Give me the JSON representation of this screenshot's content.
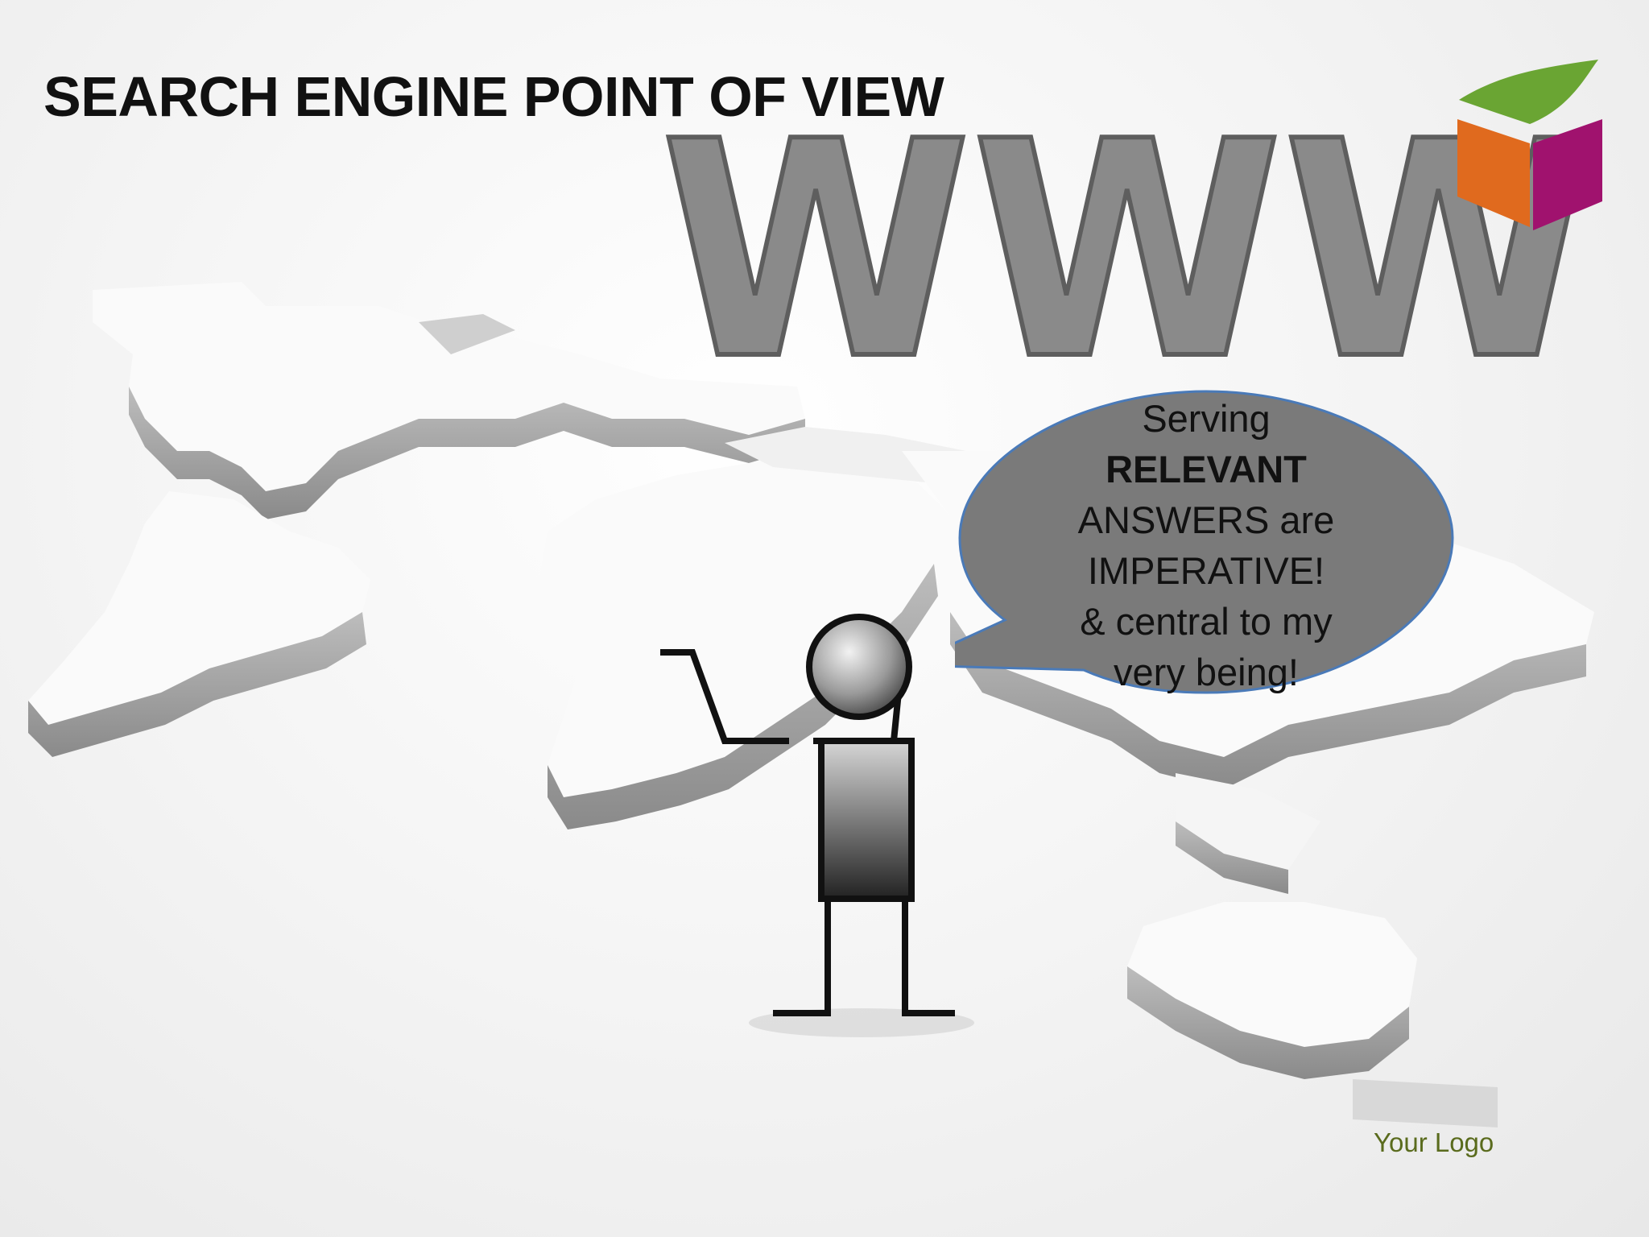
{
  "slide": {
    "title": "SEARCH ENGINE POINT OF VIEW",
    "background_text": "WWW",
    "speech_bubble": {
      "lines": [
        {
          "text": "Serving",
          "bold": false
        },
        {
          "text": "RELEVANT",
          "bold": true
        },
        {
          "text": "ANSWERS are",
          "bold": false
        },
        {
          "text": "IMPERATIVE!",
          "bold": false
        },
        {
          "text": "& central to my",
          "bold": false
        },
        {
          "text": "very being!",
          "bold": false
        }
      ],
      "fill_color": "#7a7a7a",
      "border_color": "#4a7ab8"
    },
    "logo_placeholder": "Your Logo",
    "colors": {
      "cube_top": "#6aa533",
      "cube_left": "#e06a1e",
      "cube_right": "#a0126e",
      "logo_text": "#5a6b1d"
    }
  }
}
